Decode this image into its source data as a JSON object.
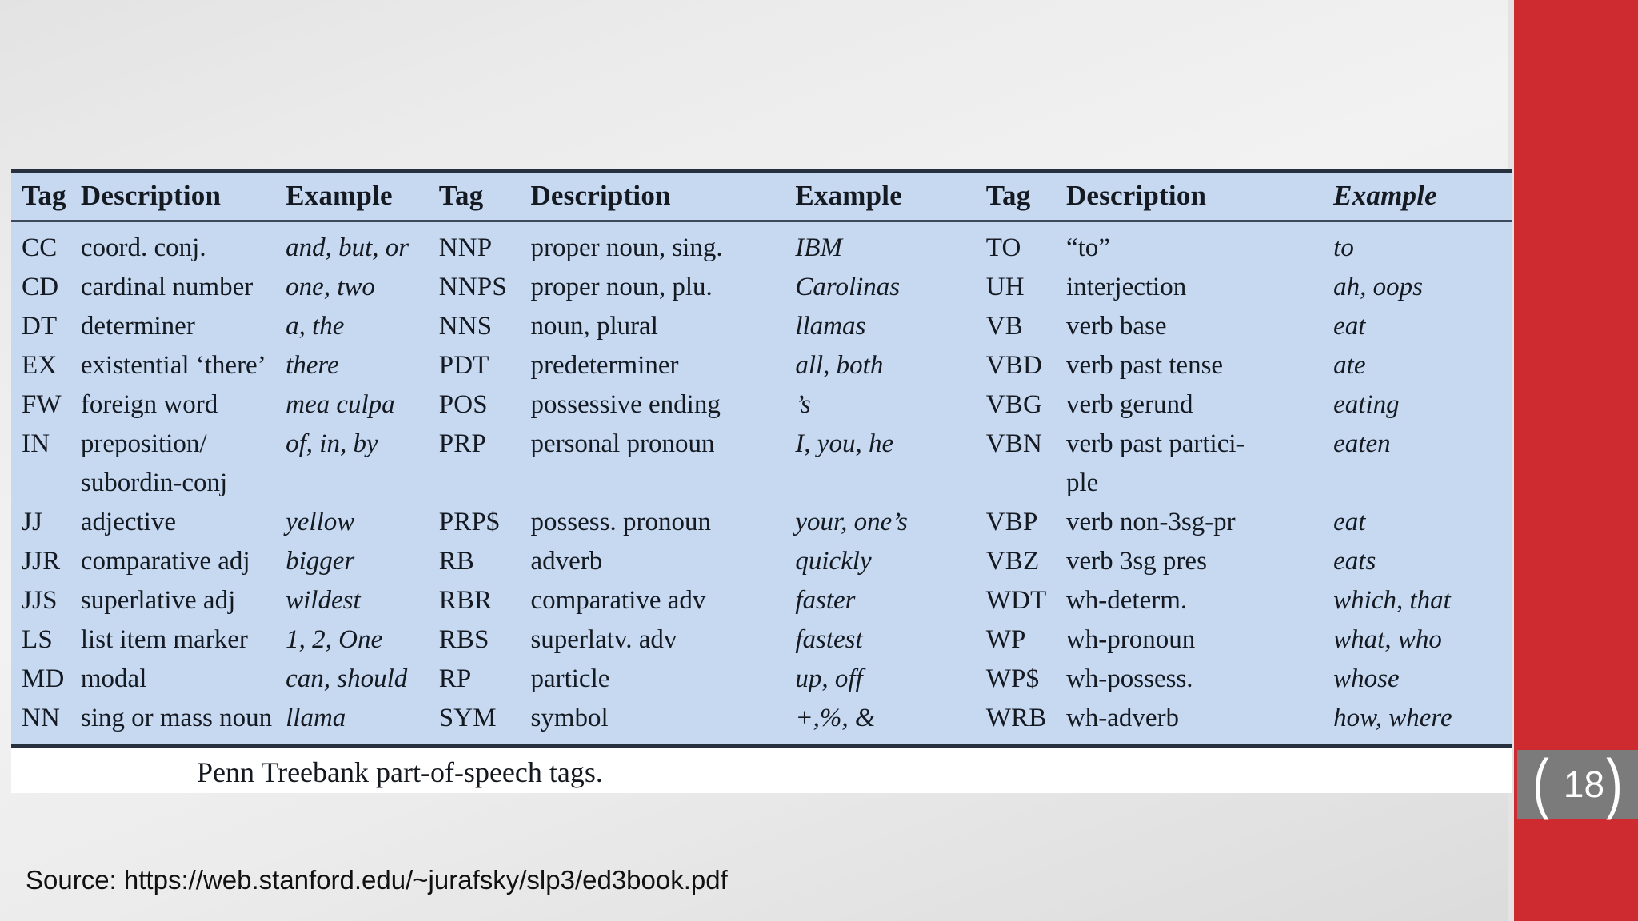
{
  "slide": {
    "number": "18",
    "bracket_left": "(",
    "bracket_right": ")",
    "accent_color": "#ce2b30",
    "badge_color": "#7b7b7b",
    "table_fill_color": "#c6d9f1",
    "background_color": "#ececec"
  },
  "figure": {
    "caption": "Penn Treebank part-of-speech tags.",
    "headers": {
      "tag": "Tag",
      "description": "Description",
      "example": "Example"
    },
    "rows": [
      {
        "g1": {
          "tag": "CC",
          "desc": "coord. conj.",
          "ex": "and, but, or"
        },
        "g2": {
          "tag": "NNP",
          "desc": "proper noun, sing.",
          "ex": "IBM"
        },
        "g3": {
          "tag": "TO",
          "desc": "“to”",
          "ex": "to"
        }
      },
      {
        "g1": {
          "tag": "CD",
          "desc": "cardinal number",
          "ex": "one, two"
        },
        "g2": {
          "tag": "NNPS",
          "desc": "proper noun, plu.",
          "ex": "Carolinas"
        },
        "g3": {
          "tag": "UH",
          "desc": "interjection",
          "ex": "ah, oops"
        }
      },
      {
        "g1": {
          "tag": "DT",
          "desc": "determiner",
          "ex": "a, the"
        },
        "g2": {
          "tag": "NNS",
          "desc": "noun, plural",
          "ex": "llamas"
        },
        "g3": {
          "tag": "VB",
          "desc": "verb base",
          "ex": "eat"
        }
      },
      {
        "g1": {
          "tag": "EX",
          "desc": "existential ‘there’",
          "ex": "there"
        },
        "g2": {
          "tag": "PDT",
          "desc": "predeterminer",
          "ex": "all, both"
        },
        "g3": {
          "tag": "VBD",
          "desc": "verb past tense",
          "ex": "ate"
        }
      },
      {
        "g1": {
          "tag": "FW",
          "desc": "foreign word",
          "ex": "mea culpa"
        },
        "g2": {
          "tag": "POS",
          "desc": "possessive ending",
          "ex": "’s"
        },
        "g3": {
          "tag": "VBG",
          "desc": "verb gerund",
          "ex": "eating"
        }
      },
      {
        "g1": {
          "tag": "IN",
          "desc": "preposition/",
          "ex": "of, in, by"
        },
        "g2": {
          "tag": "PRP",
          "desc": "personal pronoun",
          "ex": "I, you, he"
        },
        "g3": {
          "tag": "VBN",
          "desc": "verb  past  partici-",
          "ex": "eaten"
        }
      },
      {
        "g1": {
          "tag": "",
          "desc": "subordin-conj",
          "ex": ""
        },
        "g2": {
          "tag": "",
          "desc": "",
          "ex": ""
        },
        "g3": {
          "tag": "",
          "desc": "ple",
          "ex": ""
        }
      },
      {
        "g1": {
          "tag": "JJ",
          "desc": "adjective",
          "ex": "yellow"
        },
        "g2": {
          "tag": "PRP$",
          "desc": "possess. pronoun",
          "ex": "your, one’s"
        },
        "g3": {
          "tag": "VBP",
          "desc": "verb non-3sg-pr",
          "ex": "eat"
        }
      },
      {
        "g1": {
          "tag": "JJR",
          "desc": "comparative adj",
          "ex": "bigger"
        },
        "g2": {
          "tag": "RB",
          "desc": "adverb",
          "ex": "quickly"
        },
        "g3": {
          "tag": "VBZ",
          "desc": "verb 3sg pres",
          "ex": "eats"
        }
      },
      {
        "g1": {
          "tag": "JJS",
          "desc": "superlative adj",
          "ex": "wildest"
        },
        "g2": {
          "tag": "RBR",
          "desc": "comparative adv",
          "ex": "faster"
        },
        "g3": {
          "tag": "WDT",
          "desc": "wh-determ.",
          "ex": "which, that"
        }
      },
      {
        "g1": {
          "tag": "LS",
          "desc": "list item marker",
          "ex": "1, 2, One"
        },
        "g2": {
          "tag": "RBS",
          "desc": "superlatv. adv",
          "ex": "fastest"
        },
        "g3": {
          "tag": "WP",
          "desc": "wh-pronoun",
          "ex": "what, who"
        }
      },
      {
        "g1": {
          "tag": "MD",
          "desc": "modal",
          "ex": "can, should"
        },
        "g2": {
          "tag": "RP",
          "desc": "particle",
          "ex": "up, off"
        },
        "g3": {
          "tag": "WP$",
          "desc": "wh-possess.",
          "ex": "whose"
        }
      },
      {
        "g1": {
          "tag": "NN",
          "desc": "sing or mass noun",
          "ex": "llama"
        },
        "g2": {
          "tag": "SYM",
          "desc": "symbol",
          "ex": "+,%, &"
        },
        "g3": {
          "tag": "WRB",
          "desc": "wh-adverb",
          "ex": "how, where"
        }
      }
    ]
  },
  "source": {
    "text": "Source: https://web.stanford.edu/~jurafsky/slp3/ed3book.pdf"
  }
}
